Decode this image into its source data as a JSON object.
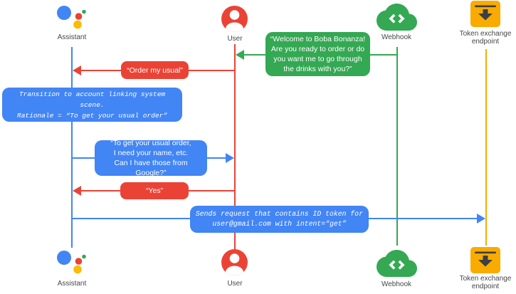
{
  "colors": {
    "blue": "#4285f4",
    "red": "#ea4335",
    "green": "#34a853",
    "amber": "#f9ab00",
    "label_gray": "#474747",
    "icon_dark": "#3c4043"
  },
  "actors": {
    "assistant": {
      "label": "Assistant"
    },
    "user": {
      "label": "User"
    },
    "webhook": {
      "label": "Webhook"
    },
    "token_endpoint": {
      "label": "Token exchange\nendpoint"
    }
  },
  "messages": {
    "welcome": {
      "from": "Webhook",
      "to": "User",
      "text": "“Welcome to Boba Bonanza!\nAre you ready to order or do\nyou want me to go through\nthe drinks with you?”"
    },
    "order_usual": {
      "from": "User",
      "to": "Assistant",
      "text": "“Order my usual”"
    },
    "transition_note": {
      "on": "Assistant",
      "text": "Transition to account linking system scene.\nRationale = “To get your usual order”"
    },
    "ask_google": {
      "from": "Assistant",
      "to": "User",
      "text": "“To get your usual order,\nI need your name, etc.\nCan I have those from Google?”"
    },
    "yes": {
      "from": "User",
      "to": "Assistant",
      "text": "“Yes”"
    },
    "sends_request": {
      "from": "Assistant",
      "to": "Token exchange endpoint",
      "text": "Sends request that contains ID token for\nuser@gmail.com with intent=“get”"
    }
  }
}
